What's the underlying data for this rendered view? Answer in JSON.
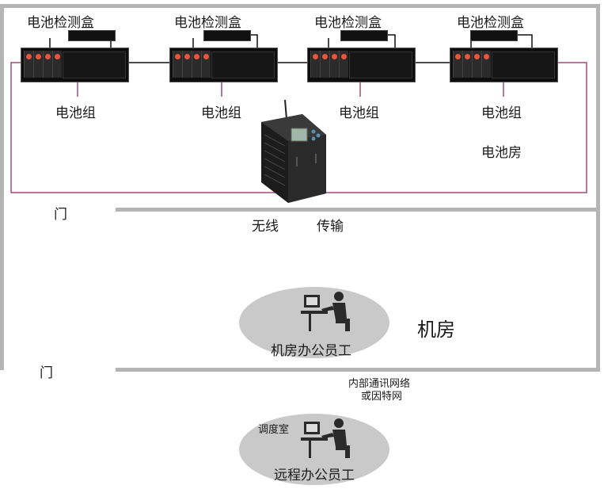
{
  "labels": {
    "detector": "电池检测盒",
    "battery_group": "电池组",
    "battery_room": "电池房",
    "door": "门",
    "wireless": "无线",
    "transmission": "传输",
    "machine_room": "机房",
    "machine_room_staff": "机房办公员工",
    "network_line1": "内部通讯网络",
    "network_line2": "或因特网",
    "dispatch_room": "调度室",
    "remote_staff": "远程办公员工"
  },
  "colors": {
    "wall": "#b5b5b5",
    "cable": "#a04a7a",
    "ellipse": "#c9c9c9",
    "device": "#1c1c1c"
  },
  "icons": {
    "person": "computer-operator-icon",
    "device": "battery-monitor-host-icon"
  }
}
